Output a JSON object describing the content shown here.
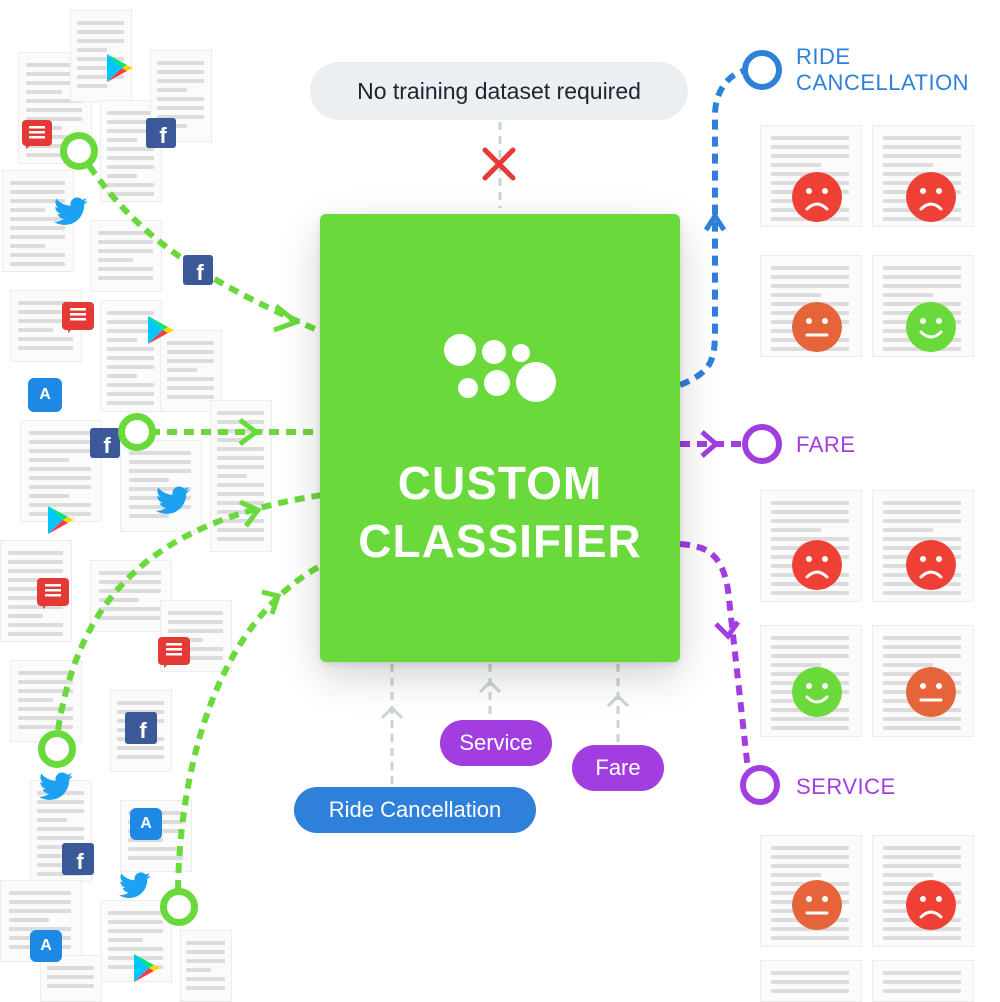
{
  "header": {
    "note": "No training dataset required"
  },
  "classifier": {
    "line1": "CUSTOM",
    "line2": "CLASSIFIER"
  },
  "training_labels": {
    "ride_cancellation": "Ride Cancellation",
    "service": "Service",
    "fare": "Fare"
  },
  "outputs": {
    "ride_line1": "RIDE",
    "ride_line2": "CANCELLATION",
    "fare": "FARE",
    "service": "SERVICE"
  },
  "icons": {
    "facebook_glyph": "f",
    "appstore_glyph": "A"
  },
  "colors": {
    "green": "#6ad93b",
    "blue": "#2f80db",
    "purple": "#a23de0",
    "red_face": "#ef4036",
    "orange_face": "#e5643a",
    "green_face": "#6ad93b",
    "cross": "#e53935"
  },
  "sentiments": {
    "ride_cancellation": [
      "negative",
      "negative",
      "neutral",
      "positive"
    ],
    "fare": [
      "negative",
      "negative",
      "positive",
      "neutral"
    ],
    "service": [
      "neutral",
      "negative"
    ]
  }
}
